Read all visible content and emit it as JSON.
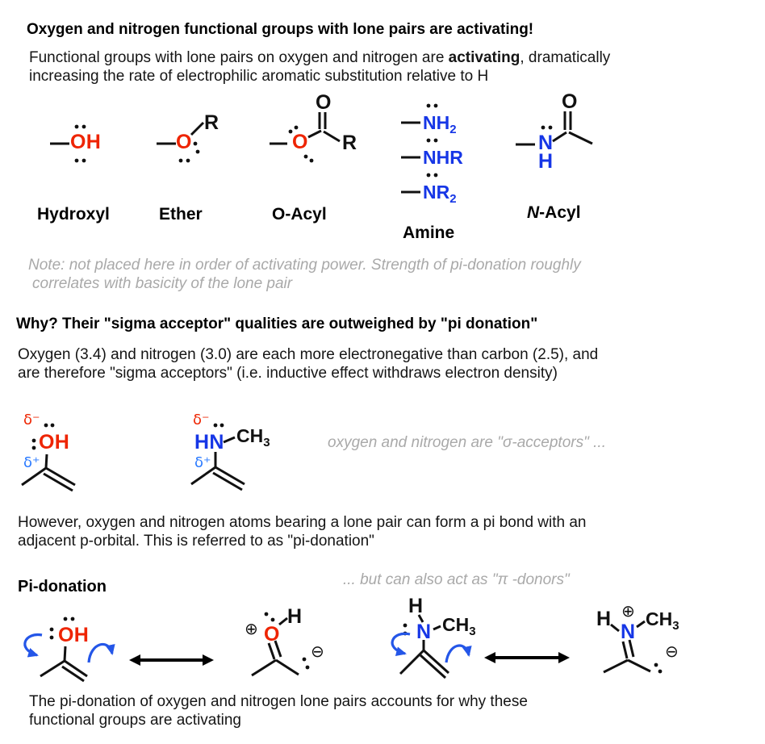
{
  "colors": {
    "heteroatom_red": "#ee2400",
    "nitrogen_blue": "#1636e6",
    "delta_plus_blue": "#2979ff",
    "note_gray": "#a9a9a9",
    "arrow_blue": "#2456e8",
    "text_black": "#111111"
  },
  "title": "Oxygen and nitrogen functional groups with lone pairs are activating!",
  "intro": {
    "line1_part1": "Functional groups with lone pairs on oxygen and nitrogen are ",
    "line1_bold": "activating",
    "line1_part2": ", dramatically",
    "line2": "increasing the rate of electrophilic aromatic substitution relative to H"
  },
  "functional_groups": {
    "hydroxyl": {
      "atom": "OH",
      "label": "Hydroxyl"
    },
    "ether": {
      "atom": "O",
      "substituent": "R",
      "label": "Ether"
    },
    "o_acyl": {
      "atom": "O",
      "carbonyl_oxygen": "O",
      "substituent": "R",
      "label": "O-Acyl"
    },
    "amine": {
      "label": "Amine",
      "entries": [
        {
          "main": "NH",
          "sub": "2"
        },
        {
          "main": "NHR",
          "sub": ""
        },
        {
          "main": "NR",
          "sub": "2"
        }
      ]
    },
    "n_acyl": {
      "nitrogen": "N",
      "hydrogen": "H",
      "carbonyl_oxygen": "O",
      "label_italic": "N",
      "label_rest": "-Acyl"
    }
  },
  "note": {
    "line1": "Note: not placed here in order of activating power. Strength of pi-donation roughly",
    "line2": "correlates with basicity of the lone pair"
  },
  "why_section": {
    "heading": "Why? Their \"sigma acceptor\" qualities are outweighed by \"pi donation\"",
    "body_line1": "Oxygen (3.4) and nitrogen (3.0) are each more electronegative than carbon (2.5), and",
    "body_line2": "are therefore \"sigma acceptors\" (i.e. inductive effect withdraws electron density)",
    "caption": "oxygen and nitrogen are \"σ-acceptors\" ...",
    "enol": {
      "delta_minus": "δ⁻",
      "delta_plus": "δ⁺",
      "atom": "OH"
    },
    "amine": {
      "delta_minus": "δ⁻",
      "delta_plus": "δ⁺",
      "atom": "HN",
      "methyl_main": "CH",
      "methyl_sub": "3"
    }
  },
  "pi_section": {
    "body_line1": "However, oxygen and nitrogen atoms bearing a lone pair can form a pi bond with an",
    "body_line2": "adjacent p-orbital. This is referred to as \"pi-donation\"",
    "heading": "Pi-donation",
    "caption": "... but can also act as \"π -donors\"",
    "enol": {
      "atom": "OH"
    },
    "oxocarbenium": {
      "plus": "⊕",
      "atom": "O",
      "hydrogen": "H",
      "minus": "⊖"
    },
    "enamine": {
      "hydrogen": "H",
      "atom": "N",
      "methyl_main": "CH",
      "methyl_sub": "3"
    },
    "iminium": {
      "hydrogen": "H",
      "plus": "⊕",
      "methyl_main": "CH",
      "methyl_sub": "3",
      "atom": "N",
      "minus": "⊖"
    }
  },
  "footer": {
    "line1": "The pi-donation of oxygen and nitrogen lone pairs accounts for why these",
    "line2": "functional groups are activating"
  }
}
